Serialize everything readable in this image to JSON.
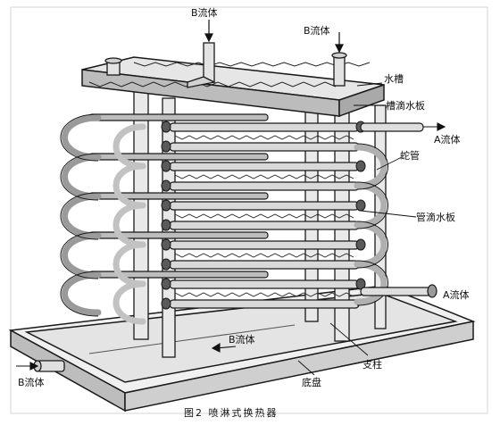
{
  "figure": {
    "caption": "图2  喷淋式换热器",
    "labels": {
      "b_fluid_top_left": "B流体",
      "b_fluid_top_right": "B流体",
      "water_tank": "水槽",
      "tank_drip_plate": "槽滴水板",
      "a_fluid_out": "A流体",
      "serpentine_tube": "蛇管",
      "tube_drip_plate": "管滴水板",
      "a_fluid_in": "A流体",
      "b_fluid_bottom": "B流体",
      "support_column": "支柱",
      "base_tray": "底盘",
      "b_fluid_outlet": "B流体"
    }
  },
  "colors": {
    "line": "#1a1a1a",
    "shade": "#7a7a7a",
    "light": "#d9d9d9",
    "paper": "#ffffff"
  }
}
